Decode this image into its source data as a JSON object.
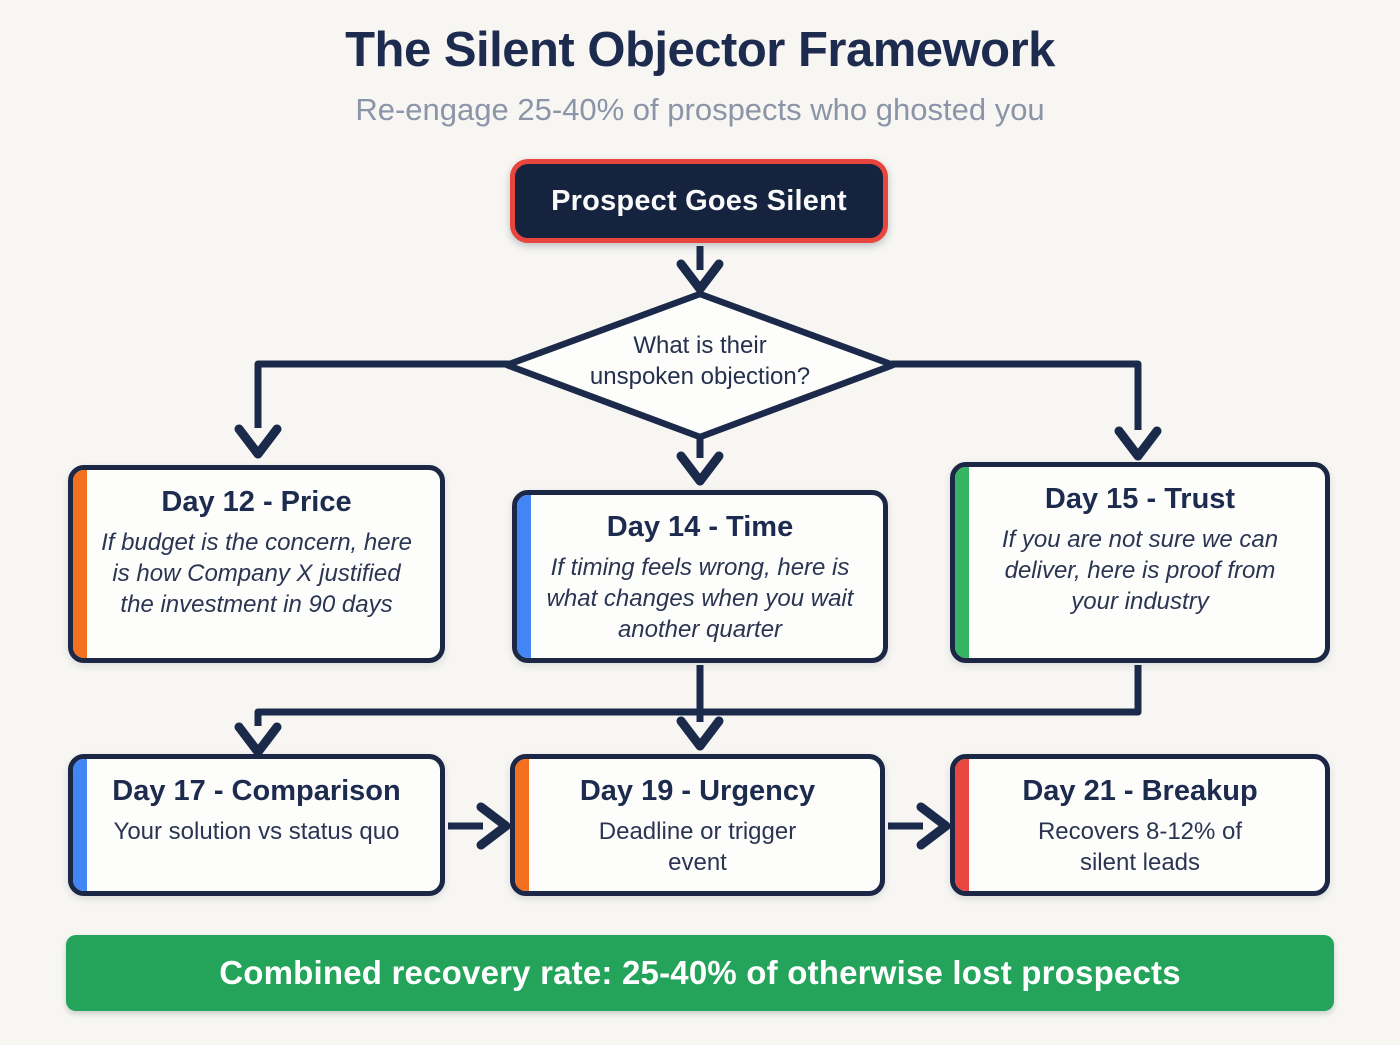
{
  "title": "The Silent Objector Framework",
  "subtitle": "Re-engage 25-40% of prospects who ghosted you",
  "start_node": {
    "label": "Prospect Goes Silent"
  },
  "decision_node": {
    "label_line1": "What is their",
    "label_line2": "unspoken objection?"
  },
  "objection_cards": [
    {
      "title": "Day 12 - Price",
      "body": "If budget is the concern, here is how Company X justified the investment in 90 days",
      "accent": "#f3701f"
    },
    {
      "title": "Day 14 - Time",
      "body": "If timing feels wrong, here is what changes when you wait another quarter",
      "accent": "#4285f4"
    },
    {
      "title": "Day 15 - Trust",
      "body": "If you are not sure we can deliver, here is proof from your industry",
      "accent": "#35b564"
    }
  ],
  "sequence_cards": [
    {
      "title": "Day 17 - Comparison",
      "body": "Your solution vs status quo",
      "accent": "#4285f4"
    },
    {
      "title": "Day 19 - Urgency",
      "body": "Deadline or trigger event",
      "accent": "#f3701f"
    },
    {
      "title": "Day 21 - Breakup",
      "body": "Recovers 8-12% of silent leads",
      "accent": "#e8483f"
    }
  ],
  "footer_banner": {
    "label": "Combined recovery rate: 25-40% of otherwise lost prospects",
    "background": "#23a45a"
  },
  "colors": {
    "navy_line": "#1b2a4a",
    "navy_text": "#1d2b4e",
    "start_fill": "#16233f",
    "start_border_red": "#e8463c",
    "banner_green": "#23a45a",
    "subtitle_gray": "#8b95a7",
    "background": "#f7f6f3"
  }
}
